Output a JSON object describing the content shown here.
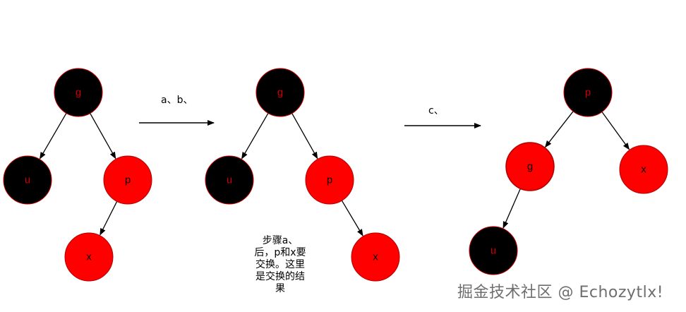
{
  "colors": {
    "black_node": "#000000",
    "red_node": "#ff0000",
    "node_stroke": "#c00000",
    "edge": "#000000"
  },
  "step_labels": {
    "first": "a、b、",
    "second": "c、"
  },
  "caption": "步骤a、\n后，p和x要\n交换。这里\n是交换的结\n果",
  "watermark": "掘金技术社区 @ Echozytlx!",
  "trees": [
    {
      "nodes": [
        {
          "id": "g",
          "label": "g",
          "color": "black",
          "label_color": "red"
        },
        {
          "id": "u",
          "label": "u",
          "color": "black",
          "label_color": "red"
        },
        {
          "id": "p",
          "label": "p",
          "color": "red",
          "label_color": "black"
        },
        {
          "id": "x",
          "label": "x",
          "color": "red",
          "label_color": "black"
        }
      ],
      "edges": [
        [
          "g",
          "u"
        ],
        [
          "g",
          "p"
        ],
        [
          "p",
          "x"
        ]
      ]
    },
    {
      "nodes": [
        {
          "id": "g",
          "label": "g",
          "color": "black",
          "label_color": "red"
        },
        {
          "id": "u",
          "label": "u",
          "color": "black",
          "label_color": "red"
        },
        {
          "id": "p",
          "label": "p",
          "color": "red",
          "label_color": "black"
        },
        {
          "id": "x",
          "label": "x",
          "color": "red",
          "label_color": "black"
        }
      ],
      "edges": [
        [
          "g",
          "u"
        ],
        [
          "g",
          "p"
        ],
        [
          "p",
          "x"
        ]
      ]
    },
    {
      "nodes": [
        {
          "id": "p",
          "label": "p",
          "color": "black",
          "label_color": "red"
        },
        {
          "id": "g",
          "label": "g",
          "color": "red",
          "label_color": "black"
        },
        {
          "id": "x",
          "label": "x",
          "color": "red",
          "label_color": "black"
        },
        {
          "id": "u",
          "label": "u",
          "color": "black",
          "label_color": "red"
        }
      ],
      "edges": [
        [
          "p",
          "g"
        ],
        [
          "p",
          "x"
        ],
        [
          "g",
          "u"
        ]
      ]
    }
  ]
}
